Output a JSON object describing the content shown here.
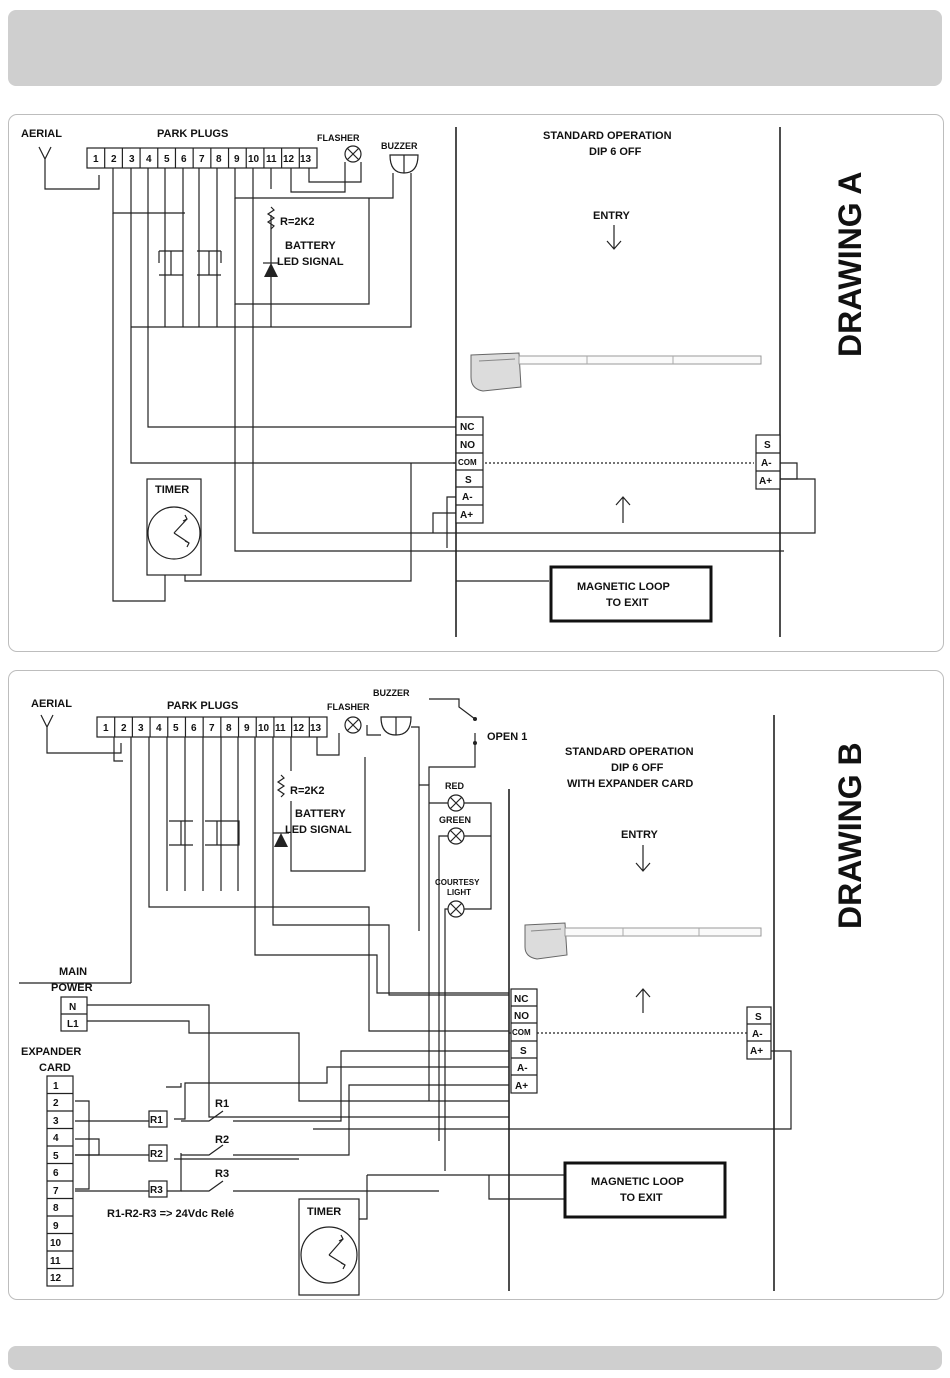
{
  "drawing_a": {
    "title": "DRAWING A",
    "aerial": "AERIAL",
    "park_plugs": "PARK PLUGS",
    "terminals": [
      "1",
      "2",
      "3",
      "4",
      "5",
      "6",
      "7",
      "8",
      "9",
      "10",
      "11",
      "12",
      "13"
    ],
    "flasher": "FLASHER",
    "buzzer": "BUZZER",
    "resistor": "R=2K2",
    "battery": "BATTERY",
    "led_signal": "LED SIGNAL",
    "mode_line1": "STANDARD OPERATION",
    "mode_line2": "DIP 6 OFF",
    "entry": "ENTRY",
    "relay_terminals": [
      "NC",
      "NO",
      "COM",
      "S",
      "A-",
      "A+"
    ],
    "loop_terminals": [
      "S",
      "A-",
      "A+"
    ],
    "timer": "TIMER",
    "loop_line1": "MAGNETIC LOOP",
    "loop_line2": "TO EXIT"
  },
  "drawing_b": {
    "title": "DRAWING B",
    "aerial": "AERIAL",
    "park_plugs": "PARK PLUGS",
    "terminals": [
      "1",
      "2",
      "3",
      "4",
      "5",
      "6",
      "7",
      "8",
      "9",
      "10",
      "11",
      "12",
      "13"
    ],
    "flasher": "FLASHER",
    "buzzer": "BUZZER",
    "open1": "OPEN 1",
    "resistor": "R=2K2",
    "battery": "BATTERY",
    "led_signal": "LED SIGNAL",
    "red": "RED",
    "green": "GREEN",
    "courtesy_line1": "COURTESY",
    "courtesy_line2": "LIGHT",
    "mode_line1": "STANDARD OPERATION",
    "mode_line2": "DIP 6 OFF",
    "mode_line3": "WITH EXPANDER CARD",
    "entry": "ENTRY",
    "main_power_line1": "MAIN",
    "main_power_line2": "POWER",
    "power_terminals": [
      "N",
      "L1"
    ],
    "expander_line1": "EXPANDER",
    "expander_line2": "CARD",
    "expander_terminals": [
      "1",
      "2",
      "3",
      "4",
      "5",
      "6",
      "7",
      "8",
      "9",
      "10",
      "11",
      "12"
    ],
    "relays": [
      "R1",
      "R2",
      "R3"
    ],
    "relay_note": "R1-R2-R3 => 24Vdc Relé",
    "relay_terminals": [
      "NC",
      "NO",
      "COM",
      "S",
      "A-",
      "A+"
    ],
    "loop_terminals": [
      "S",
      "A-",
      "A+"
    ],
    "timer": "TIMER",
    "loop_line1": "MAGNETIC LOOP",
    "loop_line2": "TO EXIT"
  }
}
